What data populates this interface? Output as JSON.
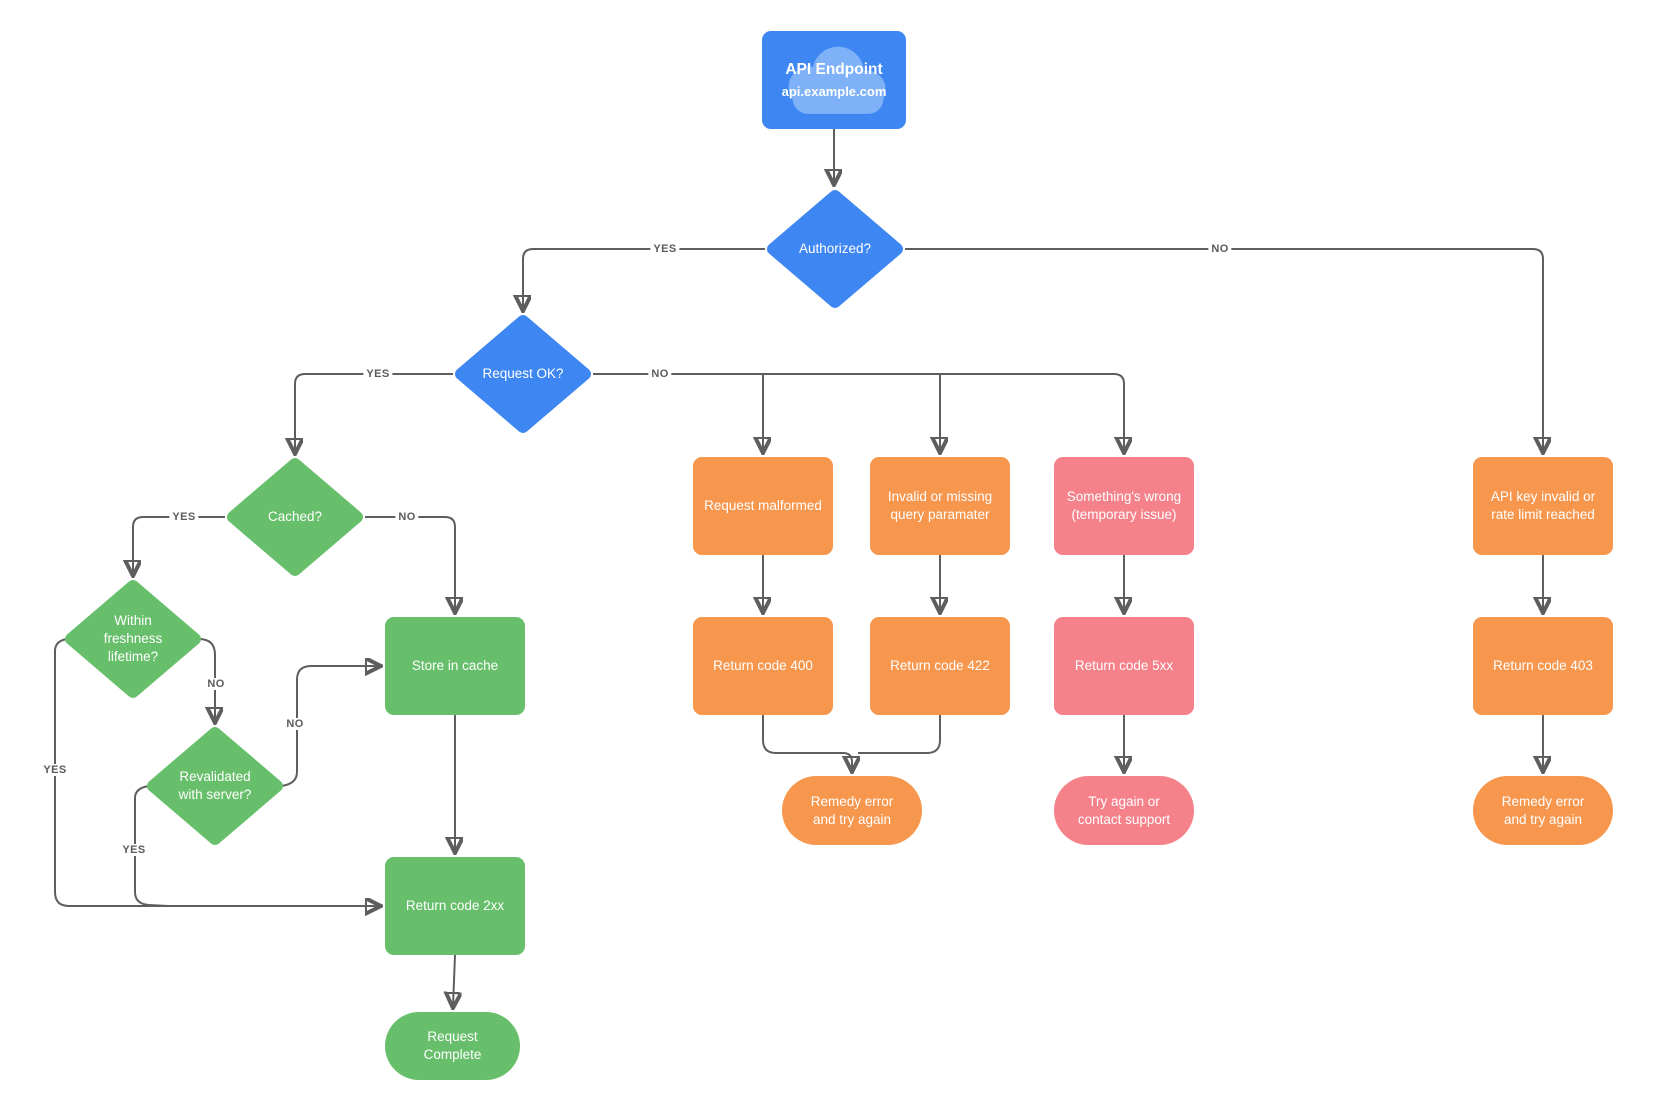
{
  "colors": {
    "decision_blue": "#3e87f3",
    "success_green": "#67bf6b",
    "warning_orange": "#f7974e",
    "error_pink": "#f5818b",
    "connector_gray": "#5e5e5e",
    "cloud_blue": "#8ab9f8"
  },
  "nodes": {
    "api_endpoint": {
      "title": "API Endpoint",
      "subtitle": "api.example.com"
    },
    "authorized": {
      "label": "Authorized?"
    },
    "request_ok": {
      "label": "Request OK?"
    },
    "cached": {
      "label": "Cached?"
    },
    "within_freshness": {
      "label": "Within freshness lifetime?"
    },
    "revalidated": {
      "label": "Revalidated with server?"
    },
    "store_in_cache": {
      "label": "Store in cache"
    },
    "return_2xx": {
      "label": "Return code 2xx"
    },
    "request_complete": {
      "label": "Request Complete"
    },
    "request_malformed": {
      "label": "Request malformed"
    },
    "invalid_query": {
      "label": "Invalid or missing query paramater"
    },
    "something_wrong": {
      "label": "Something's wrong (temporary issue)"
    },
    "return_400": {
      "label": "Return code 400"
    },
    "return_422": {
      "label": "Return code 422"
    },
    "return_5xx": {
      "label": "Return code 5xx"
    },
    "remedy_error_mid": {
      "label": "Remedy error and try again"
    },
    "try_again_support": {
      "label": "Try again or contact support"
    },
    "api_key_invalid": {
      "label": "API key invalid or rate limit reached"
    },
    "return_403": {
      "label": "Return code 403"
    },
    "remedy_error_right": {
      "label": "Remedy error and try again"
    }
  },
  "edge_labels": {
    "authorized_yes": "YES",
    "authorized_no": "NO",
    "request_ok_yes": "YES",
    "request_ok_no": "NO",
    "cached_yes": "YES",
    "cached_no": "NO",
    "freshness_yes": "YES",
    "freshness_no": "NO",
    "revalidated_yes": "YES",
    "revalidated_no": "NO"
  }
}
